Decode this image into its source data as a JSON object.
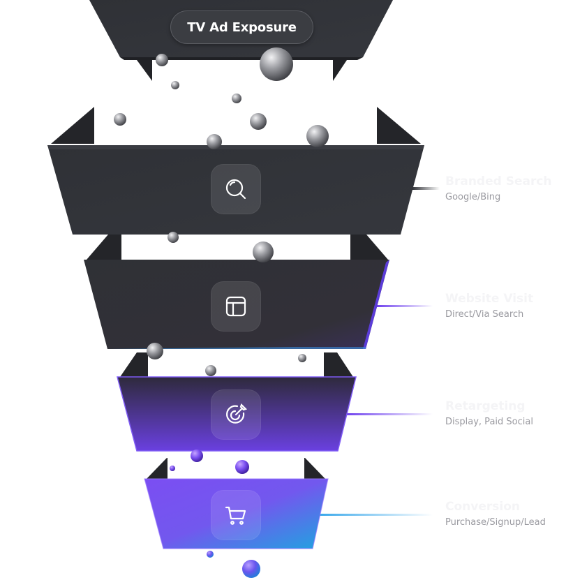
{
  "top": {
    "label": "TV Ad Exposure"
  },
  "stages": [
    {
      "title": "Branded Search",
      "subtitle": "Google/Bing",
      "icon": "search-icon"
    },
    {
      "title": "Website Visit",
      "subtitle": "Direct/Via Search",
      "icon": "layout-icon"
    },
    {
      "title": "Retargeting",
      "subtitle": "Display, Paid Social",
      "icon": "target-icon"
    },
    {
      "title": "Conversion",
      "subtitle": "Purchase/Signup/Lead",
      "icon": "cart-icon"
    }
  ],
  "colors": {
    "dark": "#2e3035",
    "purple": "#6a3fe0",
    "violet": "#8b5cf6",
    "blue": "#1ea5e0",
    "connector_dark": "#2e3035",
    "connector_purple": "#7b4cf0",
    "connector_blue": "#35a6ea"
  }
}
